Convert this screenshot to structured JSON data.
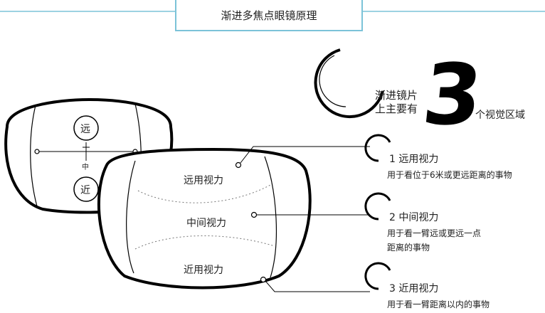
{
  "title": "渐进多焦点眼镜原理",
  "headline": {
    "line1": "渐进镜片",
    "line2": "上主要有",
    "number": "3",
    "suffix": "个视觉区域"
  },
  "small_lens": {
    "far_label": "远",
    "mid_label": "中",
    "near_label": "近"
  },
  "big_lens": {
    "far_label": "远用视力",
    "mid_label": "中间视力",
    "near_label": "近用视力"
  },
  "zones": [
    {
      "title": "1 远用视力",
      "desc": [
        "用于看位于6米或更远距离的事物"
      ]
    },
    {
      "title": "2 中间视力",
      "desc": [
        "用于看一臂远或更远一点",
        "距离的事物"
      ]
    },
    {
      "title": "3 近用视力",
      "desc": [
        "用于看一臂距离以内的事物"
      ]
    }
  ],
  "colors": {
    "accent_line": "#7cc3d8",
    "ink": "#222222"
  }
}
